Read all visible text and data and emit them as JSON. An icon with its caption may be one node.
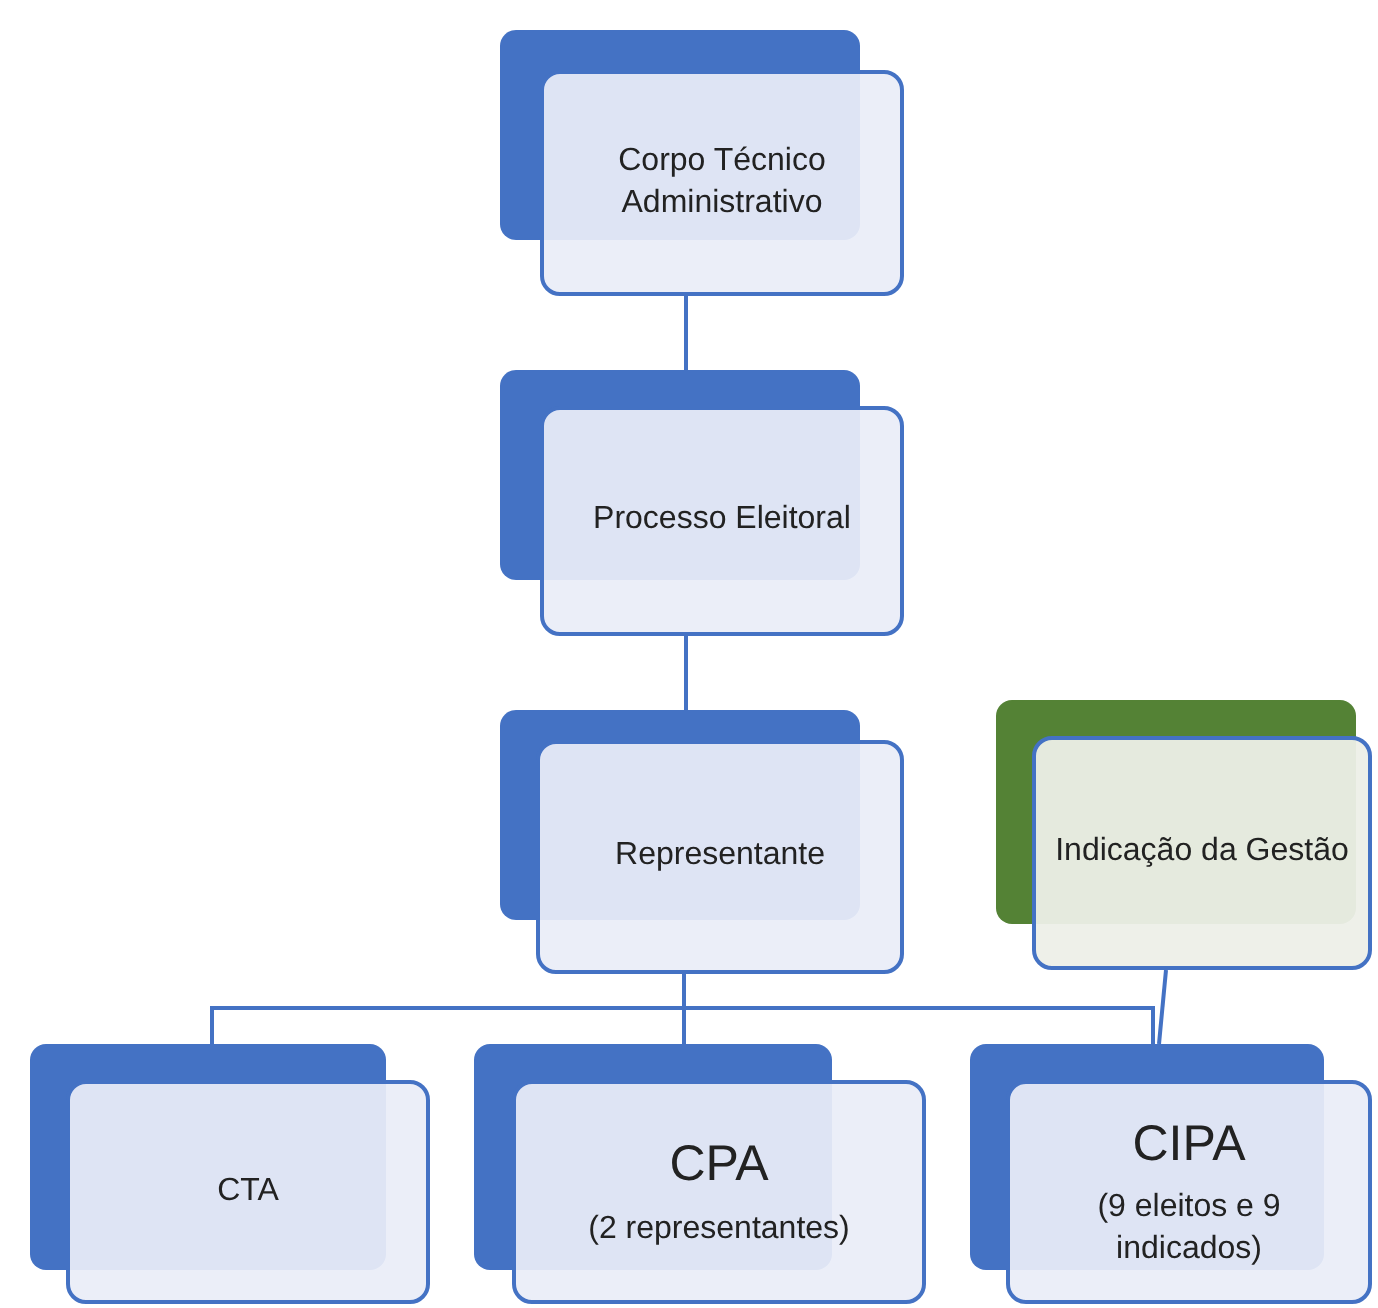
{
  "diagram": {
    "nodes": [
      {
        "text": [
          "Corpo Técnico Administrativo"
        ]
      },
      {
        "text": [
          "Processo Eleitoral"
        ]
      },
      {
        "text": [
          "Representante"
        ]
      },
      {
        "text": [
          "Indicação da Gestão"
        ]
      },
      {
        "text": [
          "CTA"
        ]
      },
      {
        "text": [
          "CPA",
          "(2 representantes)"
        ]
      },
      {
        "text": [
          "CIPA",
          "(9 eleitos e 9 indicados)"
        ]
      }
    ],
    "edges": [
      {
        "from": 0,
        "to": 1,
        "arrow": "none"
      },
      {
        "from": 1,
        "to": 2,
        "arrow": "none"
      },
      {
        "from": 2,
        "to": 4,
        "arrow": "none"
      },
      {
        "from": 2,
        "to": 5,
        "arrow": "none"
      },
      {
        "from": 2,
        "to": 6,
        "arrow": "none"
      },
      {
        "from": 3,
        "to": 6,
        "arrow": "none"
      }
    ]
  }
}
